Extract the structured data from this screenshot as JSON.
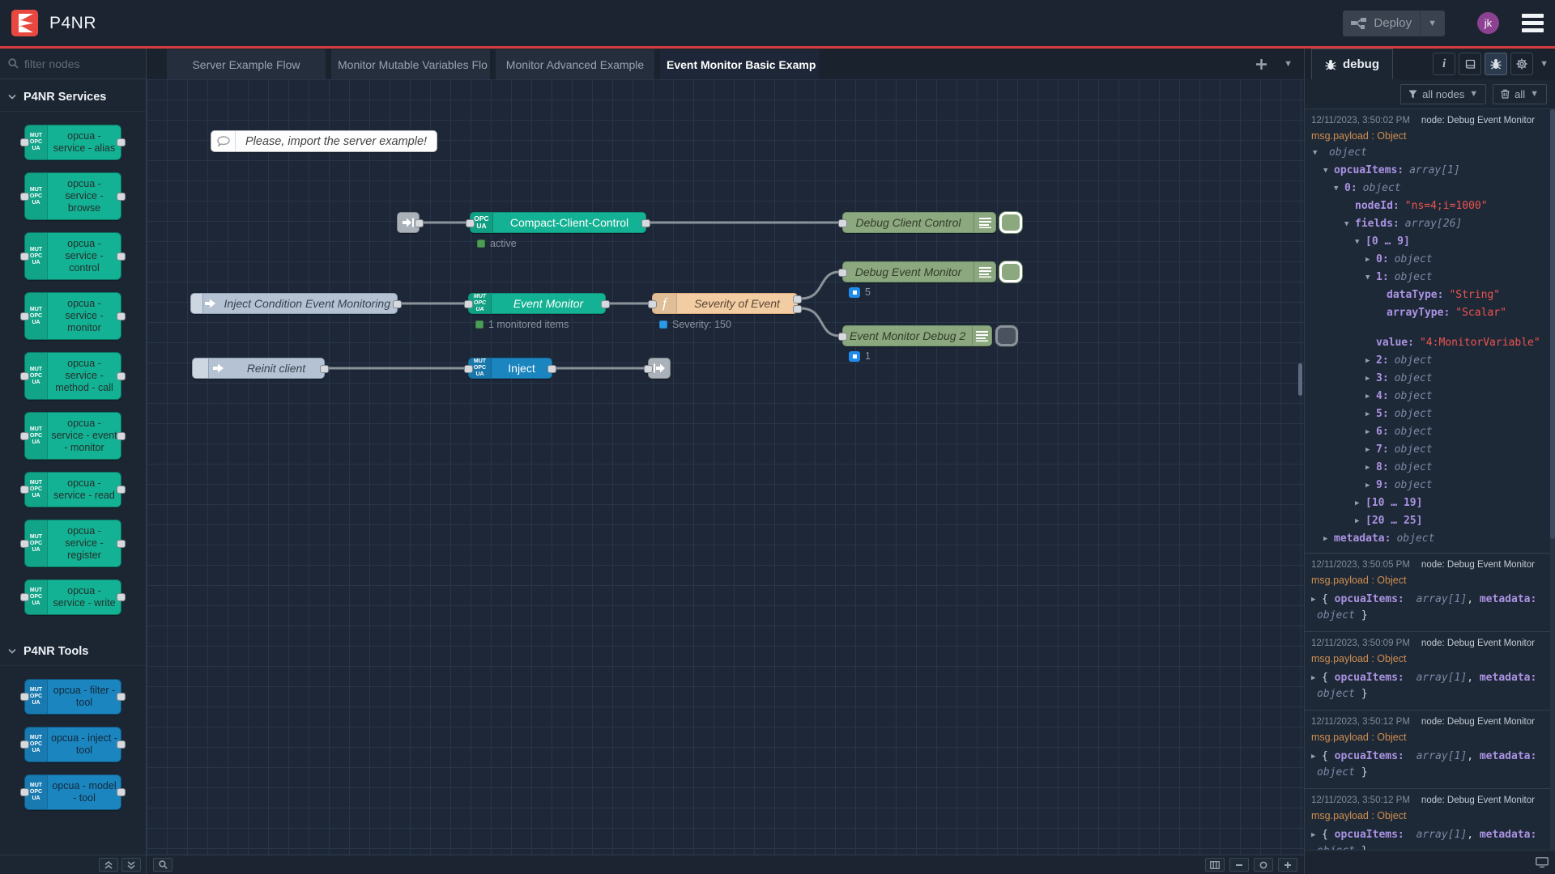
{
  "header": {
    "app_title": "P4NR",
    "deploy_label": "Deploy",
    "avatar_initials": "jk"
  },
  "tabs": [
    {
      "label": "Server Example Flow",
      "active": false
    },
    {
      "label": "Monitor Mutable Variables Flo",
      "active": false
    },
    {
      "label": "Monitor Advanced Example",
      "active": false
    },
    {
      "label": "Event Monitor Basic Examp",
      "active": true
    }
  ],
  "palette": {
    "filter_placeholder": "filter nodes",
    "badge": "MUT OPC UA",
    "categories": [
      {
        "label": "P4NR Services",
        "color": "teal",
        "nodes": [
          "opcua - service - alias",
          "opcua - service - browse",
          "opcua - service - control",
          "opcua - service - monitor",
          "opcua - service - method - call",
          "opcua - service - event - monitor",
          "opcua - service - read",
          "opcua - service - register",
          "opcua - service - write"
        ]
      },
      {
        "label": "P4NR Tools",
        "color": "blue",
        "nodes": [
          "opcua - filter - tool",
          "opcua - inject - tool",
          "opcua - model - tool"
        ]
      }
    ]
  },
  "canvas": {
    "comment": "Please, import the server example!",
    "nodes": {
      "compact_client_control": {
        "label": "Compact-Client-Control",
        "badge": "OPC UA",
        "status": "active"
      },
      "debug_client_control": {
        "label": "Debug Client Control"
      },
      "inject_condition": {
        "label": "Inject Condition Event Monitoring"
      },
      "event_monitor": {
        "label": "Event Monitor",
        "badge": "MUT OPC UA",
        "status": "1 monitored items"
      },
      "severity_of_event": {
        "label": "Severity of Event",
        "icon": "f",
        "status": "Severity: 150"
      },
      "debug_event_monitor": {
        "label": "Debug Event Monitor",
        "count": "5"
      },
      "event_monitor_debug2": {
        "label": "Event Monitor Debug 2",
        "count": "1"
      },
      "reinit_client": {
        "label": "Reinit client"
      },
      "inject": {
        "label": "Inject",
        "badge": "MUT OPC UA"
      }
    }
  },
  "debug": {
    "tab_label": "debug",
    "filter_label": "all nodes",
    "clear_label": "all",
    "summary": {
      "caret": "▶",
      "open": "{",
      "key1": "opcuaItems:",
      "type1": "array[1]",
      "comma": ",",
      "key2": "metadata:",
      "type2": "object",
      "close": "}"
    },
    "messages": [
      {
        "ts": "12/11/2023, 3:50:02 PM",
        "source": "node: Debug Event Monitor",
        "prop": "msg.payload : Object",
        "expanded": true
      },
      {
        "ts": "12/11/2023, 3:50:05 PM",
        "source": "node: Debug Event Monitor",
        "prop": "msg.payload : Object",
        "expanded": false
      },
      {
        "ts": "12/11/2023, 3:50:09 PM",
        "source": "node: Debug Event Monitor",
        "prop": "msg.payload : Object",
        "expanded": false
      },
      {
        "ts": "12/11/2023, 3:50:12 PM",
        "source": "node: Debug Event Monitor",
        "prop": "msg.payload : Object",
        "expanded": false
      },
      {
        "ts": "12/11/2023, 3:50:12 PM",
        "source": "node: Debug Event Monitor",
        "prop": "msg.payload : Object",
        "expanded": false
      }
    ],
    "tree": [
      {
        "indent": 0,
        "caret": "▼",
        "key": "",
        "type": "object",
        "value": ""
      },
      {
        "indent": 1,
        "caret": "▼",
        "key": "opcuaItems:",
        "type": "array[1]",
        "value": ""
      },
      {
        "indent": 2,
        "caret": "▼",
        "key": "0:",
        "type": "object",
        "value": ""
      },
      {
        "indent": 3,
        "caret": "",
        "key": "nodeId:",
        "type": "",
        "value": "\"ns=4;i=1000\""
      },
      {
        "indent": 3,
        "caret": "▼",
        "key": "fields:",
        "type": "array[26]",
        "value": ""
      },
      {
        "indent": 4,
        "caret": "▼",
        "key": "[0 … 9]",
        "type": "",
        "value": ""
      },
      {
        "indent": 5,
        "caret": "▶",
        "key": "0:",
        "type": "object",
        "value": ""
      },
      {
        "indent": 5,
        "caret": "▼",
        "key": "1:",
        "type": "object",
        "value": ""
      },
      {
        "indent": 6,
        "caret": "",
        "key": "dataType:",
        "type": "",
        "value": "\"String\""
      },
      {
        "indent": 6,
        "caret": "",
        "key": "arrayType:",
        "type": "",
        "value": "\"Scalar\""
      },
      {
        "indent": 6,
        "caret": "",
        "key": "value:",
        "type": "",
        "value": "\"4:MonitorVariable\""
      },
      {
        "indent": 5,
        "caret": "▶",
        "key": "2:",
        "type": "object",
        "value": ""
      },
      {
        "indent": 5,
        "caret": "▶",
        "key": "3:",
        "type": "object",
        "value": ""
      },
      {
        "indent": 5,
        "caret": "▶",
        "key": "4:",
        "type": "object",
        "value": ""
      },
      {
        "indent": 5,
        "caret": "▶",
        "key": "5:",
        "type": "object",
        "value": ""
      },
      {
        "indent": 5,
        "caret": "▶",
        "key": "6:",
        "type": "object",
        "value": ""
      },
      {
        "indent": 5,
        "caret": "▶",
        "key": "7:",
        "type": "object",
        "value": ""
      },
      {
        "indent": 5,
        "caret": "▶",
        "key": "8:",
        "type": "object",
        "value": ""
      },
      {
        "indent": 5,
        "caret": "▶",
        "key": "9:",
        "type": "object",
        "value": ""
      },
      {
        "indent": 4,
        "caret": "▶",
        "key": "[10 … 19]",
        "type": "",
        "value": ""
      },
      {
        "indent": 4,
        "caret": "▶",
        "key": "[20 … 25]",
        "type": "",
        "value": ""
      },
      {
        "indent": 1,
        "caret": "▶",
        "key": "metadata:",
        "type": "object",
        "value": ""
      }
    ]
  },
  "colors": {
    "accent_red": "#d63c3c",
    "service_teal": "#13b294",
    "tool_blue": "#1b85bf",
    "debug_green": "#8ca87e",
    "function_peach": "#f2cda4",
    "inject_gray": "#b4c2d3",
    "avatar_purple": "#8d4191"
  }
}
